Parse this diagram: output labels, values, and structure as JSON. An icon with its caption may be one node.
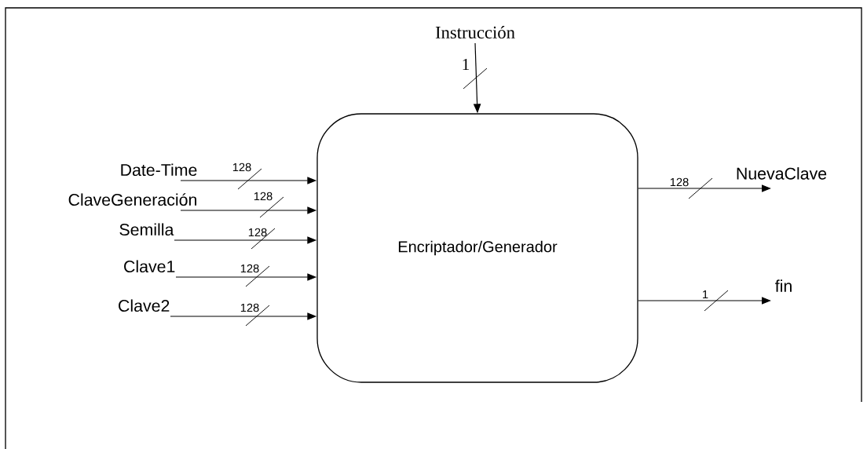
{
  "diagram": {
    "nodes": [
      {
        "text": [
          "Encriptador/Generador"
        ]
      },
      {
        "text": [
          "Instrucción"
        ]
      },
      {
        "text": [
          "Date-Time"
        ]
      },
      {
        "text": [
          "ClaveGeneración"
        ]
      },
      {
        "text": [
          "Semilla"
        ]
      },
      {
        "text": [
          "Clave1"
        ]
      },
      {
        "text": [
          "Clave2"
        ]
      },
      {
        "text": [
          "NuevaClave"
        ]
      },
      {
        "text": [
          "fin"
        ]
      }
    ],
    "edges": [
      {
        "from": 1,
        "to": 0,
        "arrow": "to",
        "label": "1"
      },
      {
        "from": 2,
        "to": 0,
        "arrow": "to",
        "label": "128"
      },
      {
        "from": 3,
        "to": 0,
        "arrow": "to",
        "label": "128"
      },
      {
        "from": 4,
        "to": 0,
        "arrow": "to",
        "label": "128"
      },
      {
        "from": 5,
        "to": 0,
        "arrow": "to",
        "label": "128"
      },
      {
        "from": 6,
        "to": 0,
        "arrow": "to",
        "label": "128"
      },
      {
        "from": 0,
        "to": 7,
        "arrow": "to",
        "label": "128"
      },
      {
        "from": 0,
        "to": 8,
        "arrow": "to",
        "label": "1"
      }
    ]
  }
}
